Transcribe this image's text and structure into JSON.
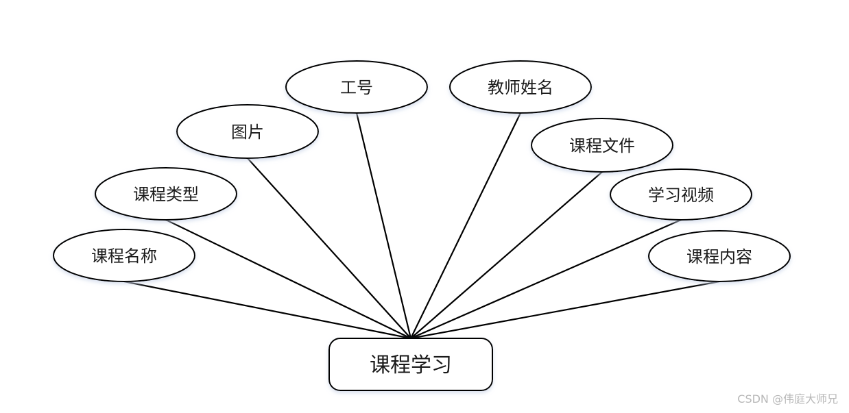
{
  "entity": {
    "label": "课程学习"
  },
  "attributes": [
    {
      "label": "课程名称"
    },
    {
      "label": "课程类型"
    },
    {
      "label": "图片"
    },
    {
      "label": "工号"
    },
    {
      "label": "教师姓名"
    },
    {
      "label": "课程文件"
    },
    {
      "label": "学习视频"
    },
    {
      "label": "课程内容"
    }
  ],
  "watermark": "CSDN @伟庭大师兄"
}
